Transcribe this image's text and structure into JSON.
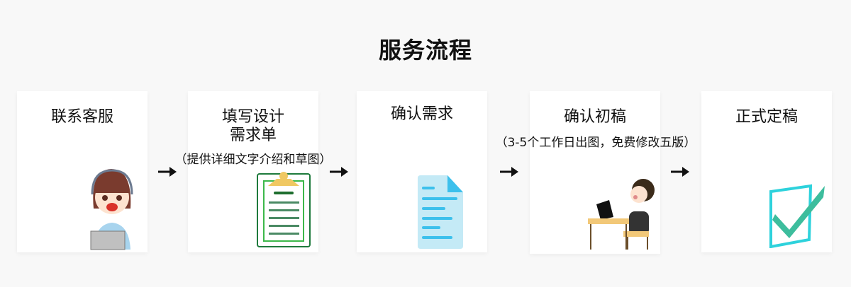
{
  "title": "服务流程",
  "steps": [
    {
      "title": "联系客服",
      "icon": "customer-service-girl"
    },
    {
      "title_line1": "填写设计",
      "title_line2": "需求单",
      "subtitle": "（提供详细文字介绍和草图）",
      "icon": "clipboard"
    },
    {
      "title": "确认需求",
      "icon": "document"
    },
    {
      "title": "确认初稿",
      "subtitle": "（3-5个工作日出图，免费修改五版）",
      "icon": "man-at-laptop"
    },
    {
      "title": "正式定稿",
      "icon": "checkmark"
    }
  ],
  "colors": {
    "background": "#f8f8f8",
    "card": "#ffffff",
    "clipboard": "#1e7a3c",
    "document": "#c4eaf6",
    "check": "#3dbd9d"
  }
}
